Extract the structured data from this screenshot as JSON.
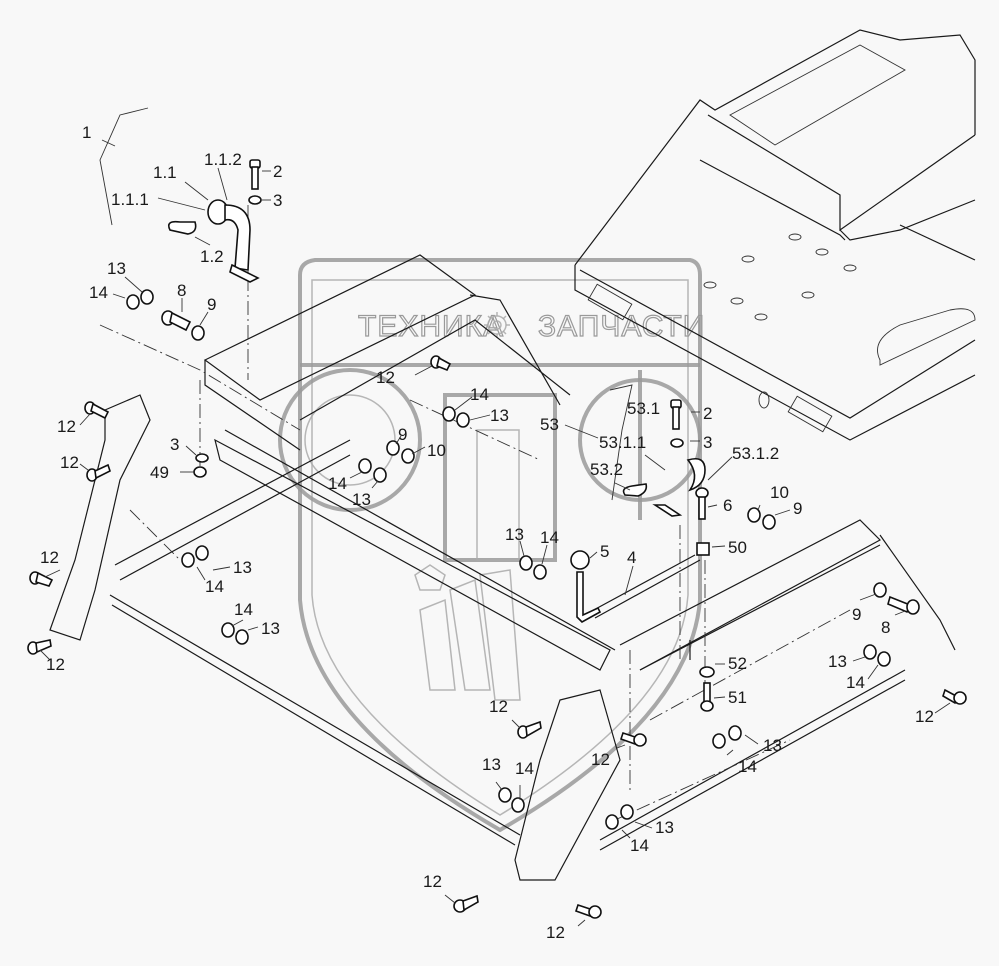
{
  "diagram": {
    "title": "Frame assembly exploded parts view",
    "watermark": {
      "left_text": "ТЕХНИКА",
      "right_text": "ЗАПЧАСТИ",
      "logo_letters": "эпф",
      "gear_icon": "gear-icon"
    },
    "callouts": [
      {
        "id": "c1",
        "text": "1"
      },
      {
        "id": "c1_1_2",
        "text": "1.1.2"
      },
      {
        "id": "c1_1",
        "text": "1.1"
      },
      {
        "id": "c1_1_1",
        "text": "1.1.1"
      },
      {
        "id": "c1_2",
        "text": "1.2"
      },
      {
        "id": "c2a",
        "text": "2"
      },
      {
        "id": "c3a",
        "text": "3"
      },
      {
        "id": "c13a",
        "text": "13"
      },
      {
        "id": "c14a",
        "text": "14"
      },
      {
        "id": "c8a",
        "text": "8"
      },
      {
        "id": "c9a",
        "text": "9"
      },
      {
        "id": "c12a",
        "text": "12"
      },
      {
        "id": "c14b",
        "text": "14"
      },
      {
        "id": "c13b",
        "text": "13"
      },
      {
        "id": "c9b",
        "text": "9"
      },
      {
        "id": "c10a",
        "text": "10"
      },
      {
        "id": "c14c",
        "text": "14"
      },
      {
        "id": "c13c",
        "text": "13"
      },
      {
        "id": "c12b",
        "text": "12"
      },
      {
        "id": "c12c",
        "text": "12"
      },
      {
        "id": "c3b",
        "text": "3"
      },
      {
        "id": "c49",
        "text": "49"
      },
      {
        "id": "c53",
        "text": "53"
      },
      {
        "id": "c53_1",
        "text": "53.1"
      },
      {
        "id": "c2b",
        "text": "2"
      },
      {
        "id": "c53_1_1",
        "text": "53.1.1"
      },
      {
        "id": "c3c",
        "text": "3"
      },
      {
        "id": "c53_1_2",
        "text": "53.1.2"
      },
      {
        "id": "c53_2",
        "text": "53.2"
      },
      {
        "id": "c6",
        "text": "6"
      },
      {
        "id": "c10b",
        "text": "10"
      },
      {
        "id": "c9c",
        "text": "9"
      },
      {
        "id": "c13d",
        "text": "13"
      },
      {
        "id": "c14d",
        "text": "14"
      },
      {
        "id": "c5",
        "text": "5"
      },
      {
        "id": "c4",
        "text": "4"
      },
      {
        "id": "c50",
        "text": "50"
      },
      {
        "id": "c12d",
        "text": "12"
      },
      {
        "id": "c13e",
        "text": "13"
      },
      {
        "id": "c14e",
        "text": "14"
      },
      {
        "id": "c14f",
        "text": "14"
      },
      {
        "id": "c13f",
        "text": "13"
      },
      {
        "id": "c12e",
        "text": "12"
      },
      {
        "id": "c9d",
        "text": "9"
      },
      {
        "id": "c8b",
        "text": "8"
      },
      {
        "id": "c52",
        "text": "52"
      },
      {
        "id": "c51",
        "text": "51"
      },
      {
        "id": "c13g",
        "text": "13"
      },
      {
        "id": "c14g",
        "text": "14"
      },
      {
        "id": "c12f",
        "text": "12"
      },
      {
        "id": "c12g",
        "text": "12"
      },
      {
        "id": "c12h",
        "text": "12"
      },
      {
        "id": "c13h",
        "text": "13"
      },
      {
        "id": "c14h",
        "text": "14"
      },
      {
        "id": "c13i",
        "text": "13"
      },
      {
        "id": "c14i",
        "text": "14"
      },
      {
        "id": "c13j",
        "text": "13"
      },
      {
        "id": "c14j",
        "text": "14"
      },
      {
        "id": "c12i",
        "text": "12"
      },
      {
        "id": "c12j",
        "text": "12"
      }
    ]
  }
}
